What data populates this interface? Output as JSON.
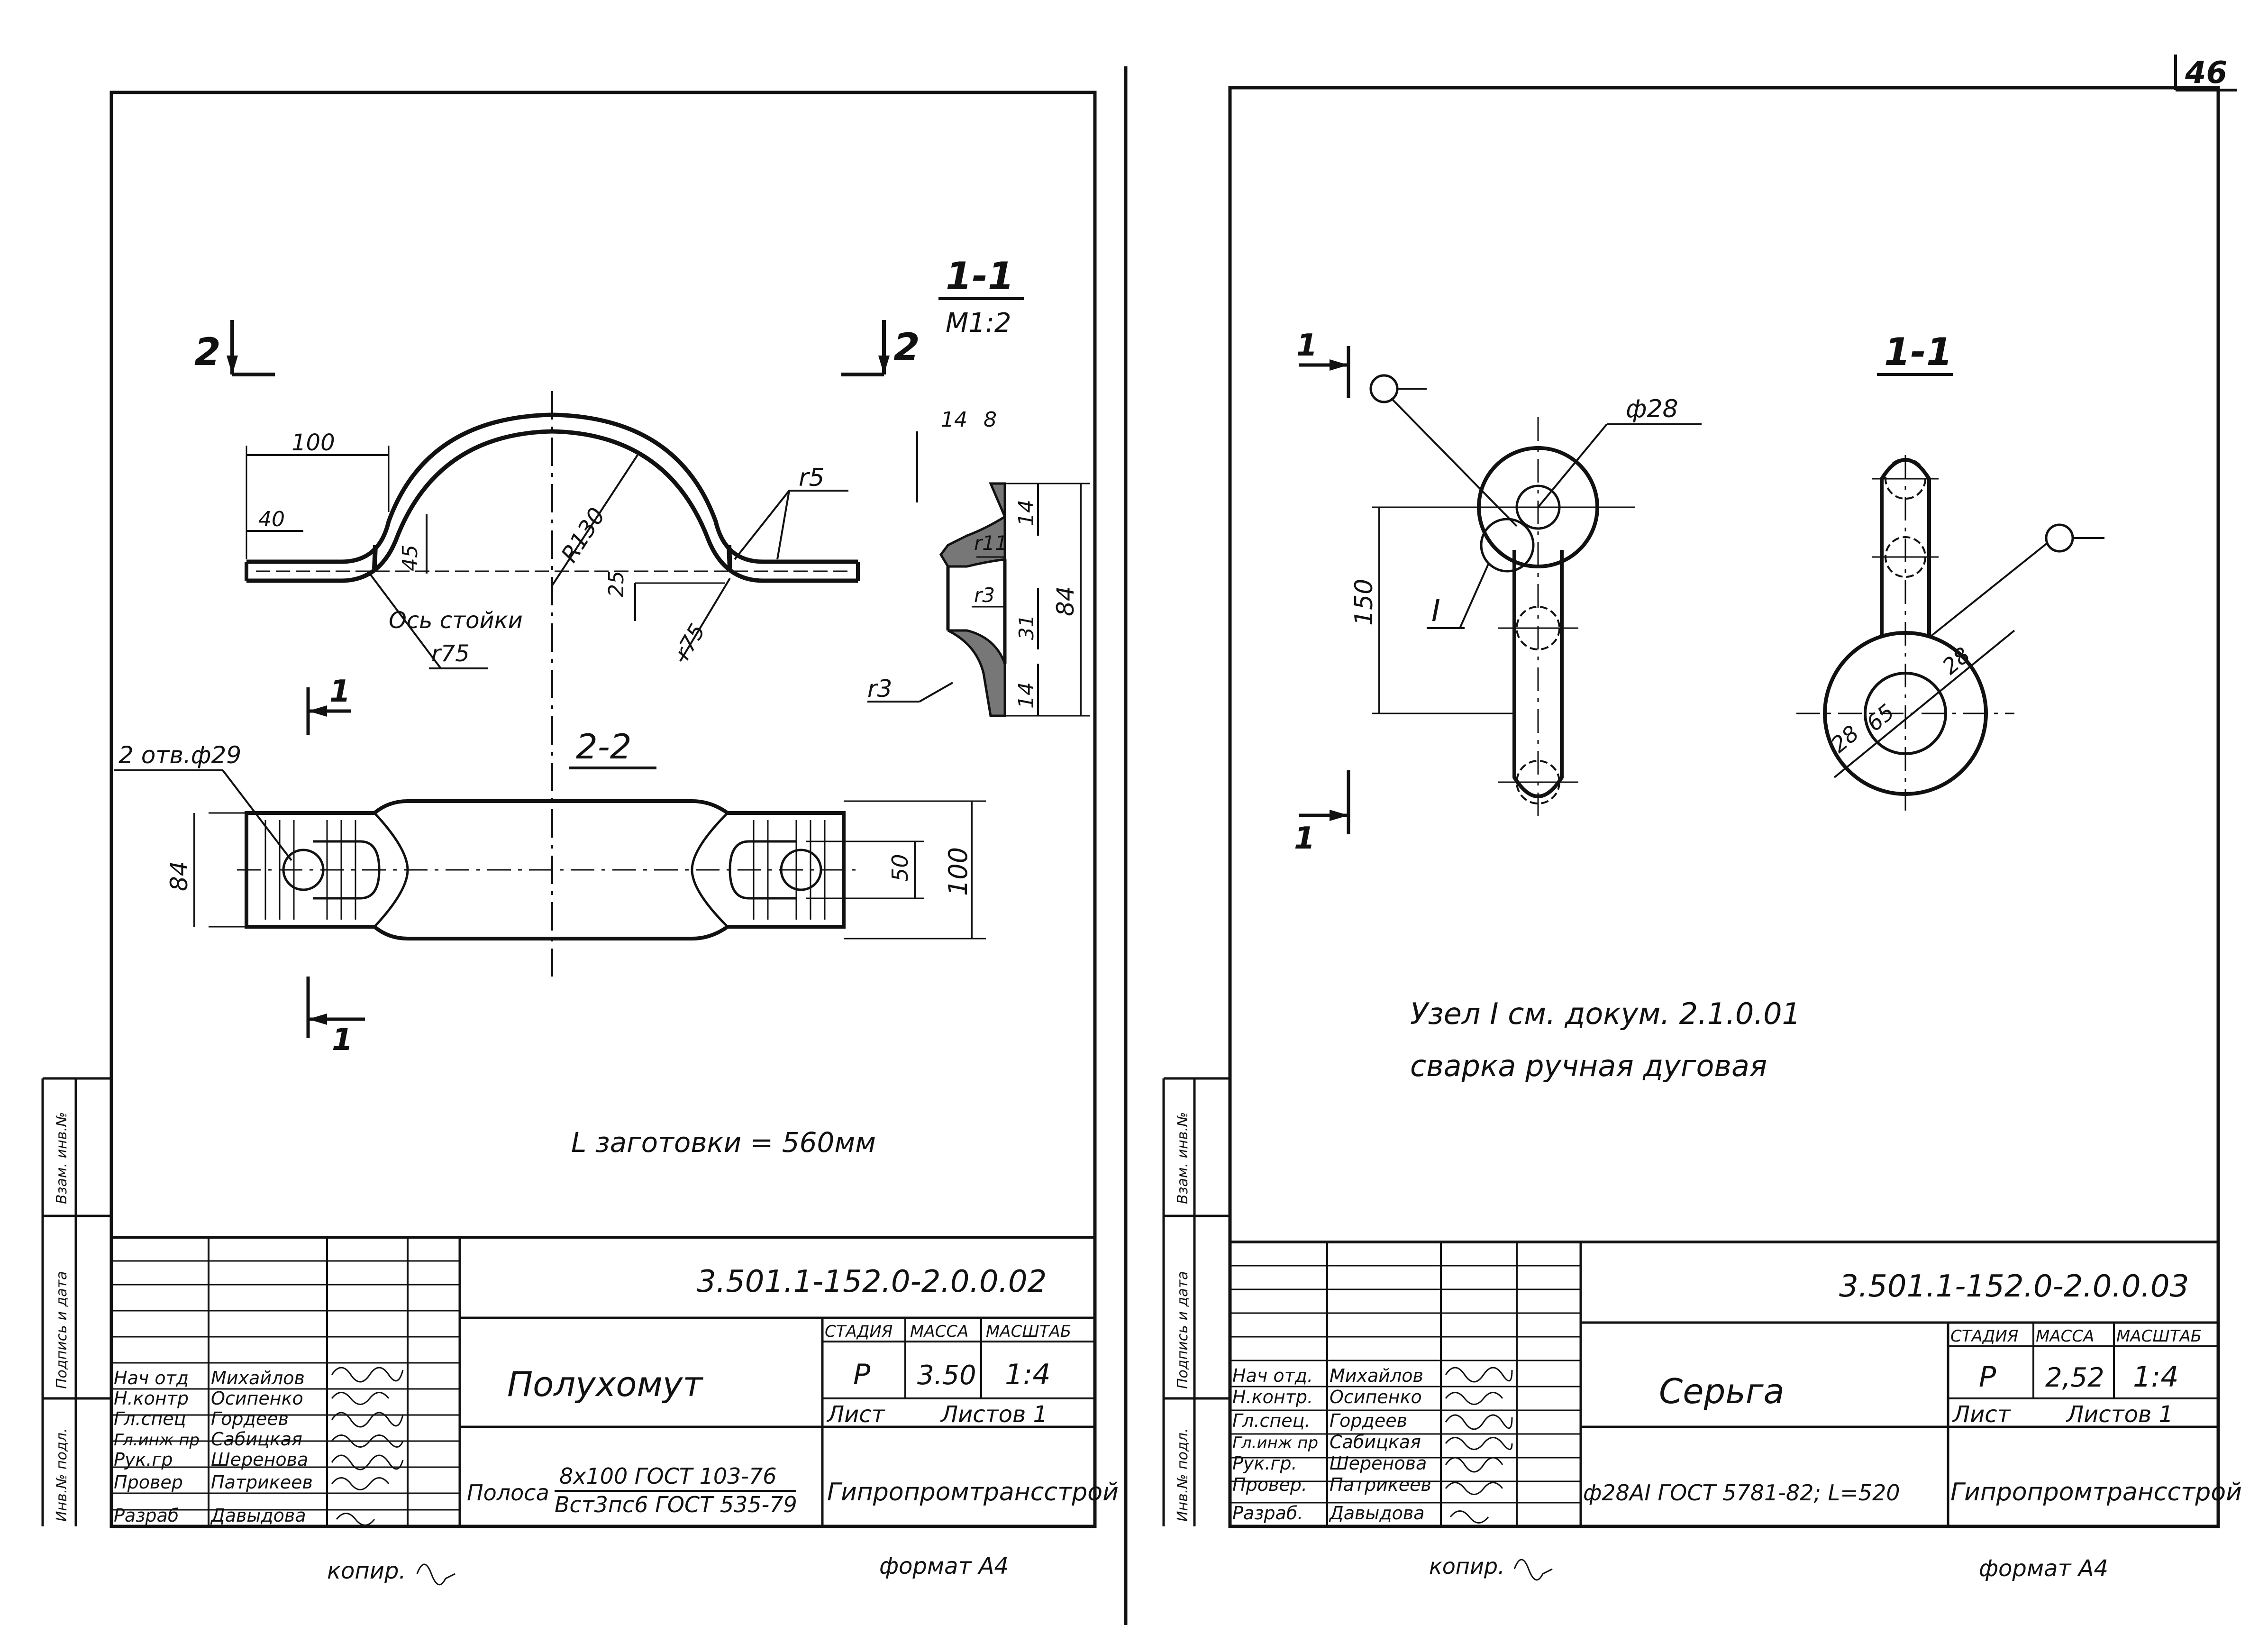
{
  "page_number": "46",
  "left_sheet": {
    "section_label": "1-1",
    "section_scale": "M1:2",
    "view_label": "2-2",
    "cut_mark_2": "2",
    "cut_mark_1": "1",
    "dims": {
      "d100": "100",
      "d40": "40",
      "d45": "45",
      "r130": "R130",
      "d25": "25",
      "r75a": "r75",
      "r75b": "r75",
      "r5": "r5",
      "axis": "Ось стойки",
      "d14": "14",
      "d8": "8",
      "s14a": "14",
      "r11": "r11",
      "r3a": "r3",
      "d31": "31",
      "d84": "84",
      "s14b": "14",
      "r3b": "r3",
      "holes": "2 отв.ф29",
      "p84": "84",
      "p50": "50",
      "p100": "100"
    },
    "blank_length": "L заготовки = 560мм",
    "doc_code": "3.501.1-152.0-2.0.0.02",
    "title": "Полухомут",
    "stage_hdr": "СТАДИЯ",
    "mass_hdr": "МАССА",
    "scale_hdr": "МАСШТАБ",
    "stage": "Р",
    "mass": "3.50",
    "scale": "1:4",
    "sheet_lbl": "Лист",
    "sheets_lbl": "Листов 1",
    "org": "Гипропромтрансстрой",
    "material_prefix": "Полоса",
    "material_top": "8х100 ГОСТ 103-76",
    "material_bottom": "Вст3пс6 ГОСТ 535-79",
    "roles": [
      "Нач отд",
      "Н.контр",
      "Гл.спец",
      "Гл.инж пр",
      "Рук.гр",
      "Провер",
      "Разраб"
    ],
    "names": [
      "Михайлов",
      "Осипенко",
      "Гордеев",
      "Сабицкая",
      "Шеренова",
      "Патрикеев",
      "Давыдова"
    ],
    "kopir": "копир.",
    "format": "формат А4",
    "side_labels": [
      "Взам. инв.№",
      "Подпись и дата",
      "Инв.№ подл."
    ]
  },
  "right_sheet": {
    "section_label": "1-1",
    "cut_mark_1": "1",
    "dims": {
      "phi28": "ф28",
      "d150": "150",
      "node": "I",
      "d28a": "28",
      "d65": "65",
      "d28b": "28"
    },
    "note_line1": "Узел I см. докум. 2.1.0.01",
    "note_line2": "сварка ручная дуговая",
    "doc_code": "3.501.1-152.0-2.0.0.03",
    "title": "Серьга",
    "stage_hdr": "СТАДИЯ",
    "mass_hdr": "МАССА",
    "scale_hdr": "МАСШТАБ",
    "stage": "Р",
    "mass": "2,52",
    "scale": "1:4",
    "sheet_lbl": "Лист",
    "sheets_lbl": "Листов 1",
    "org": "Гипропромтрансстрой",
    "material": "ф28АI ГОСТ 5781-82; L=520",
    "roles": [
      "Нач отд.",
      "Н.контр.",
      "Гл.спец.",
      "Гл.инж пр",
      "Рук.гр.",
      "Провер.",
      "Разраб."
    ],
    "names": [
      "Михайлов",
      "Осипенко",
      "Гордеев",
      "Сабицкая",
      "Шеренова",
      "Патрикеев",
      "Давыдова"
    ],
    "kopir": "копир.",
    "format": "формат А4",
    "side_labels": [
      "Взам. инв.№",
      "Подпись и дата",
      "Инв.№ подл."
    ]
  }
}
